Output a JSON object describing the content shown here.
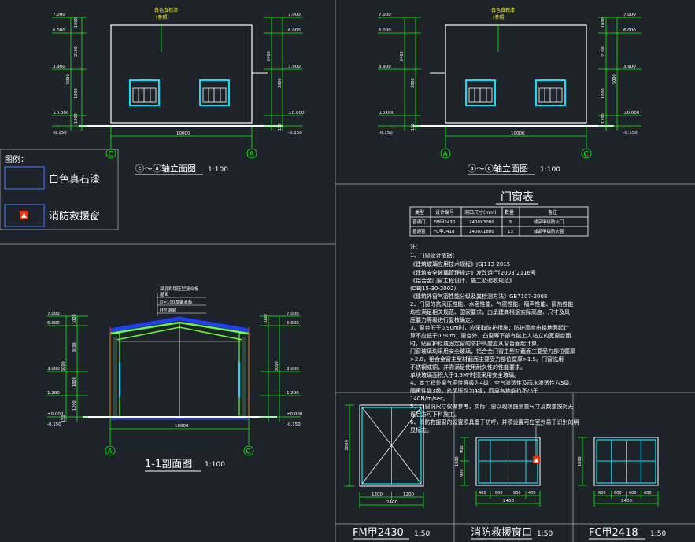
{
  "colors": {
    "background": "#1e2329",
    "outline": "#ffffff",
    "dimension": "#00ff00",
    "text_yellow": "#ffff00",
    "window_cyan": "#00e5ff",
    "roof_blue": "#1f3dff",
    "roof_green": "#66ff33",
    "panel_frame": "#8a8f96",
    "fire_red": "#ff2a00"
  },
  "elev1": {
    "title": "ⓒ～ⓐ轴立面图",
    "scale": "1:100",
    "top_note_1": "白色真石漆",
    "top_note_2": "(参照)",
    "axis_left": "C",
    "axis_right": "A",
    "span": "10000",
    "left_levels": [
      "7.000",
      "6.000",
      "3.900",
      "±0.000",
      "-0.150"
    ],
    "right_levels": [
      "7.000",
      "6.000",
      "3.900",
      "±0.000",
      "-0.150"
    ],
    "dims_a": [
      "2400",
      "3900",
      "5000",
      "1200"
    ],
    "dims_b": [
      "1000",
      "2100",
      "1800",
      "1200",
      "150"
    ]
  },
  "elev2": {
    "title": "ⓐ～ⓒ轴立面图",
    "scale": "1:100",
    "top_note_1": "白色真石漆",
    "top_note_2": "(参照)",
    "axis_left": "A",
    "axis_right": "C",
    "span": "10000",
    "left_levels": [
      "7.000",
      "6.000",
      "3.900",
      "±0.000",
      "-0.150"
    ],
    "right_levels": [
      "7.000",
      "6.000",
      "3.900",
      "±0.000",
      "-0.150"
    ],
    "dims_a": [
      "2400",
      "3900",
      "5000",
      "1200"
    ],
    "dims_b": [
      "1000",
      "2100",
      "1800",
      "1200",
      "150"
    ]
  },
  "legend": {
    "title": "图例：",
    "item1": "白色真石漆",
    "item2": "消防救援窗"
  },
  "section": {
    "title": "1-1剖面图",
    "scale": "1:100",
    "note_1": "双层彩钢压型复合板",
    "note_2": "屋面",
    "note_3": "D=100厚聚苯板",
    "note_4": "H型钢梁",
    "axis_left": "A",
    "axis_right": "C",
    "span": "10000",
    "left_levels": [
      "7.000",
      "6.000",
      "3.000",
      "1.200",
      "±0.000",
      "-0.150"
    ],
    "right_levels": [
      "7.000",
      "6.000",
      "3.000",
      "1.200",
      "±0.000",
      "-0.150"
    ],
    "dims_a": [
      "1000",
      "3000",
      "1800",
      "1200"
    ],
    "dims_b": [
      "6000",
      "150"
    ]
  },
  "door_table": {
    "title": "门窗表",
    "headers": [
      "类型",
      "设计编号",
      "洞口尺寸(mm)",
      "数量",
      "备注"
    ],
    "rows": [
      [
        "普通门",
        "FM甲2430",
        "2400X3000",
        "5",
        "成品甲级防火门"
      ],
      [
        "普通窗",
        "FC甲2418",
        "2400X1800",
        "13",
        "成品甲级防火窗"
      ]
    ]
  },
  "notes": {
    "lines": [
      "注：",
      "1、门窗设计依据：",
      "  《建筑玻璃应用技术规程》JGJ113-2015",
      "  《建筑安全玻璃管理规定》发改运行[2003]2116号",
      "  《铝合金门窗工程设计、施工及验收规范》",
      "(DBJ15-30-2002)",
      "  《建筑外窗气密性能分级及其检测方法》GB7107-2008",
      "2、门窗的抗风压性能、水密性能、气密性能、隔声性能、隔热性能",
      "均应满足相关规范、国家要求，由承建商根据实际高度、尺寸及风",
      "压要力等级进行复核确定。",
      "3、窗台低于0.90m时，应采取防护措施；防护高度由楼地面起计",
      "算不应低于0.90m；窗台外，凸窗等下部有能上人站立的宽窗台面",
      "时，贴窗护栏或固定窗的防护高度应从窗台面起计算。",
      "  门窗玻璃均采用安全玻璃，铝合金门窗主型材截面主要受力部位壁厚",
      ">2.0，铝合金窗主型材截面主要受力部位壁厚>1.5。门窗洗用",
      "不锈钢或铜，并需满足使用耐久性的性能要求。",
      "  单块玻璃面积大于1.5M²时须采用安全玻璃。",
      "4、本工程外窗气密性等级为4级，空气渗透性及雨水渗透性为3级，",
      "隔声性能3级，抗风压性为4级，四周各地能抗不小于",
      "140N/m/sec。",
      "5、门窗洞尺寸仅做参考，实际门窗以现场施测量尺寸及数量按对无",
      "误后方可下料施工。",
      "6、消防救援窗的设置须具备于防呼，并须设置可在室外易于识别的明",
      "显标志。"
    ]
  },
  "fm": {
    "label": "FM甲2430",
    "scale": "1:50",
    "height": "3000",
    "width": "2400",
    "sub": [
      "1200",
      "1200"
    ]
  },
  "rescue": {
    "label": "消防救援窗口",
    "scale": "1:50",
    "height": "1800",
    "width": "2400",
    "sub": [
      "400",
      "800",
      "800",
      "400"
    ],
    "vsub": [
      "900",
      "900"
    ]
  },
  "fc": {
    "label": "FC甲2418",
    "scale": "1:50",
    "height": "1800",
    "width": "2400",
    "sub": [
      "600",
      "600",
      "600",
      "600"
    ]
  }
}
